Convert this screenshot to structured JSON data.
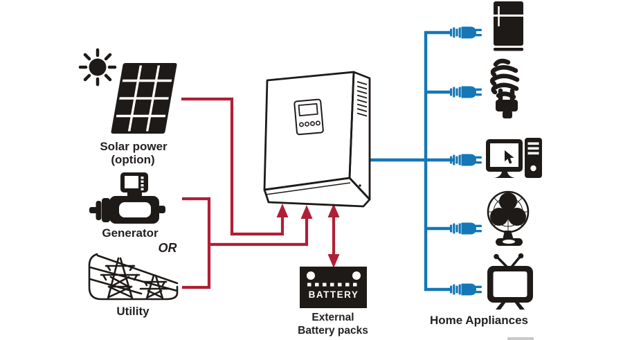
{
  "colors": {
    "wire_dc_red": "#b01f36",
    "wire_ac_blue": "#1477b6",
    "icon_black": "#1e1a18",
    "background": "#ffffff"
  },
  "sources": [
    {
      "id": "solar",
      "label": "Solar power",
      "sublabel": "(option)",
      "icon": "solar-panel-icon"
    },
    {
      "id": "generator",
      "label": "Generator",
      "icon": "generator-icon"
    },
    {
      "id": "utility",
      "label": "Utility",
      "icon": "utility-towers-icon"
    }
  ],
  "or_label": "OR",
  "inverter": {
    "icon": "inverter-icon"
  },
  "battery": {
    "badge": "BATTERY",
    "caption_line1": "External",
    "caption_line2": "Battery packs",
    "icon": "battery-icon"
  },
  "appliances": {
    "label": "Home Appliances",
    "items": [
      {
        "icon": "refrigerator-icon"
      },
      {
        "icon": "cfl-bulb-icon"
      },
      {
        "icon": "desktop-computer-icon"
      },
      {
        "icon": "table-fan-icon"
      },
      {
        "icon": "television-icon"
      }
    ]
  }
}
